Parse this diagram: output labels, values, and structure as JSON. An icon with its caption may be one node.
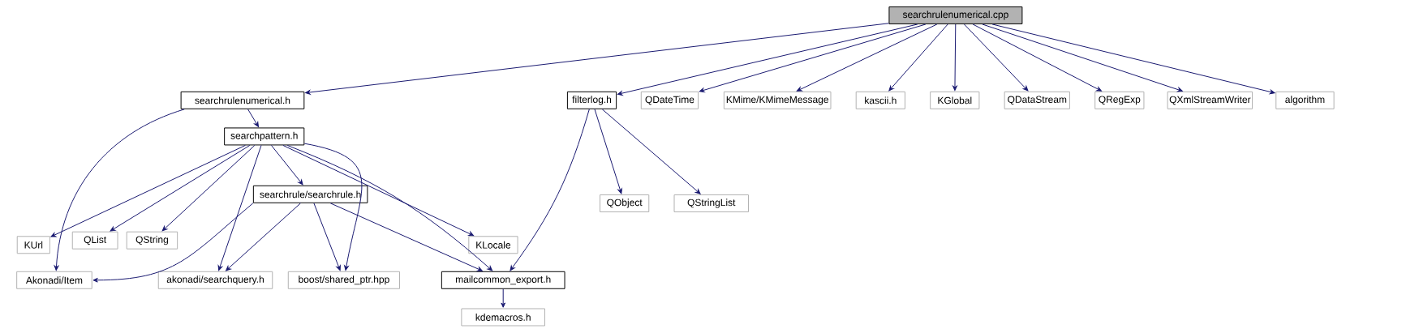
{
  "diagram": {
    "nodes": [
      {
        "text": [
          "searchrulenumerical.cpp"
        ]
      },
      {
        "text": [
          "searchrulenumerical.h"
        ]
      },
      {
        "text": [
          "filterlog.h"
        ]
      },
      {
        "text": [
          "QDateTime"
        ]
      },
      {
        "text": [
          "KMime/KMimeMessage"
        ]
      },
      {
        "text": [
          "kascii.h"
        ]
      },
      {
        "text": [
          "KGlobal"
        ]
      },
      {
        "text": [
          "QDataStream"
        ]
      },
      {
        "text": [
          "QRegExp"
        ]
      },
      {
        "text": [
          "QXmlStreamWriter"
        ]
      },
      {
        "text": [
          "algorithm"
        ]
      },
      {
        "text": [
          "searchpattern.h"
        ]
      },
      {
        "text": [
          "QObject"
        ]
      },
      {
        "text": [
          "QStringList"
        ]
      },
      {
        "text": [
          "KUrl"
        ]
      },
      {
        "text": [
          "QList"
        ]
      },
      {
        "text": [
          "QString"
        ]
      },
      {
        "text": [
          "searchrule/searchrule.h"
        ]
      },
      {
        "text": [
          "KLocale"
        ]
      },
      {
        "text": [
          "Akonadi/Item"
        ]
      },
      {
        "text": [
          "akonadi/searchquery.h"
        ]
      },
      {
        "text": [
          "boost/shared_ptr.hpp"
        ]
      },
      {
        "text": [
          "mailcommon_export.h"
        ]
      },
      {
        "text": [
          "kdemacros.h"
        ]
      }
    ],
    "edges": [
      {
        "from": 0,
        "to": 1,
        "arrow": "to"
      },
      {
        "from": 0,
        "to": 2,
        "arrow": "to"
      },
      {
        "from": 0,
        "to": 3,
        "arrow": "to"
      },
      {
        "from": 0,
        "to": 4,
        "arrow": "to"
      },
      {
        "from": 0,
        "to": 5,
        "arrow": "to"
      },
      {
        "from": 0,
        "to": 6,
        "arrow": "to"
      },
      {
        "from": 0,
        "to": 7,
        "arrow": "to"
      },
      {
        "from": 0,
        "to": 8,
        "arrow": "to"
      },
      {
        "from": 0,
        "to": 9,
        "arrow": "to"
      },
      {
        "from": 0,
        "to": 10,
        "arrow": "to"
      },
      {
        "from": 1,
        "to": 11,
        "arrow": "to"
      },
      {
        "from": 1,
        "to": 19,
        "arrow": "to"
      },
      {
        "from": 2,
        "to": 12,
        "arrow": "to"
      },
      {
        "from": 2,
        "to": 13,
        "arrow": "to"
      },
      {
        "from": 2,
        "to": 22,
        "arrow": "to"
      },
      {
        "from": 11,
        "to": 14,
        "arrow": "to"
      },
      {
        "from": 11,
        "to": 15,
        "arrow": "to"
      },
      {
        "from": 11,
        "to": 16,
        "arrow": "to"
      },
      {
        "from": 11,
        "to": 17,
        "arrow": "to"
      },
      {
        "from": 11,
        "to": 18,
        "arrow": "to"
      },
      {
        "from": 11,
        "to": 20,
        "arrow": "to"
      },
      {
        "from": 11,
        "to": 21,
        "arrow": "to"
      },
      {
        "from": 11,
        "to": 22,
        "arrow": "to"
      },
      {
        "from": 17,
        "to": 19,
        "arrow": "to"
      },
      {
        "from": 17,
        "to": 20,
        "arrow": "to"
      },
      {
        "from": 17,
        "to": 21,
        "arrow": "to"
      },
      {
        "from": 17,
        "to": 22,
        "arrow": "to"
      },
      {
        "from": 22,
        "to": 23,
        "arrow": "to"
      }
    ]
  }
}
